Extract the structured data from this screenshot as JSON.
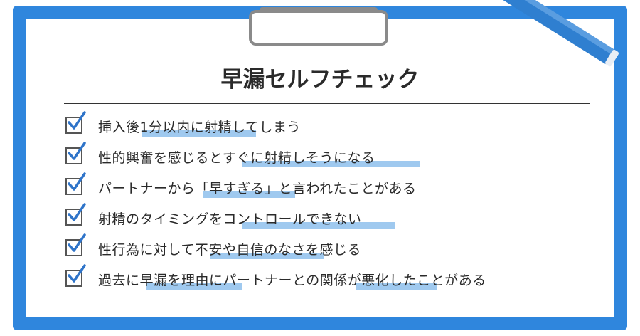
{
  "title": "早漏セルフチェック",
  "checklist": [
    "挿入後1分以内に射精してしまう",
    "性的興奮を感じるとすぐに射精しそうになる",
    "パートナーから「早すぎる」と言われたことがある",
    "射精のタイミングをコントロールできない",
    "性行為に対して不安や自信のなさを感じる",
    "過去に早漏を理由にパートナーとの関係が悪化したことがある"
  ],
  "colors": {
    "frame": "#2f86dd",
    "highlight": "#9fc9ef",
    "check": "#2f74c9",
    "pencil": "#2f7fd0"
  },
  "icons": [
    "clipboard-clip-icon",
    "checkmark-icon",
    "pencil-icon"
  ]
}
